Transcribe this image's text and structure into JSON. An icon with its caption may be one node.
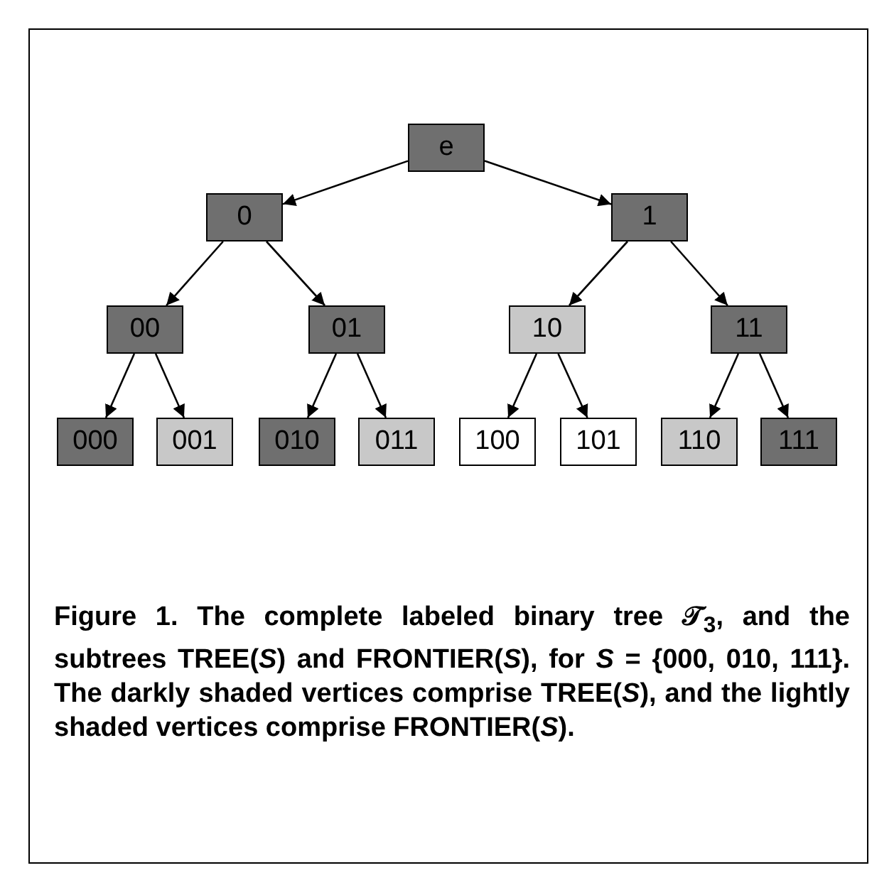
{
  "diagram": {
    "nodes": [
      {
        "text": [
          "e"
        ]
      },
      {
        "text": [
          "0"
        ]
      },
      {
        "text": [
          "1"
        ]
      },
      {
        "text": [
          "00"
        ]
      },
      {
        "text": [
          "01"
        ]
      },
      {
        "text": [
          "10"
        ]
      },
      {
        "text": [
          "11"
        ]
      },
      {
        "text": [
          "000"
        ]
      },
      {
        "text": [
          "001"
        ]
      },
      {
        "text": [
          "010"
        ]
      },
      {
        "text": [
          "011"
        ]
      },
      {
        "text": [
          "100"
        ]
      },
      {
        "text": [
          "101"
        ]
      },
      {
        "text": [
          "110"
        ]
      },
      {
        "text": [
          "111"
        ]
      }
    ],
    "edges": [
      {
        "from": 0,
        "to": 1,
        "arrow": "to"
      },
      {
        "from": 0,
        "to": 2,
        "arrow": "to"
      },
      {
        "from": 1,
        "to": 3,
        "arrow": "to"
      },
      {
        "from": 1,
        "to": 4,
        "arrow": "to"
      },
      {
        "from": 2,
        "to": 5,
        "arrow": "to"
      },
      {
        "from": 2,
        "to": 6,
        "arrow": "to"
      },
      {
        "from": 3,
        "to": 7,
        "arrow": "to"
      },
      {
        "from": 3,
        "to": 8,
        "arrow": "to"
      },
      {
        "from": 4,
        "to": 9,
        "arrow": "to"
      },
      {
        "from": 4,
        "to": 10,
        "arrow": "to"
      },
      {
        "from": 5,
        "to": 11,
        "arrow": "to"
      },
      {
        "from": 5,
        "to": 12,
        "arrow": "to"
      },
      {
        "from": 6,
        "to": 13,
        "arrow": "to"
      },
      {
        "from": 6,
        "to": 14,
        "arrow": "to"
      }
    ],
    "caption": "Figure 1. The complete labeled binary tree 𝒯$_{3}$, and the subtrees TREE(*S*) and FRONTIER(*S*), for *S* = {000, 010, 111}. The darkly shaded vertices comprise TREE(*S*), and the lightly shaded vertices comprise FRONTIER(*S*)."
  }
}
